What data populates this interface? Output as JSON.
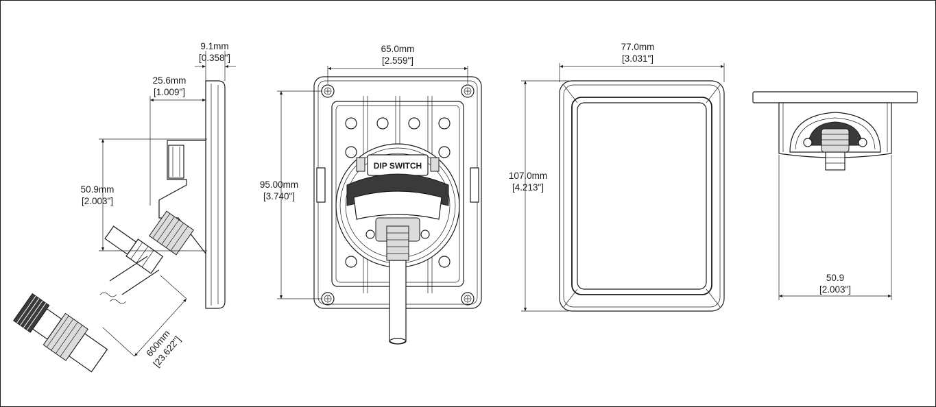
{
  "side_view": {
    "depth_dim": {
      "mm": "9.1mm",
      "in": "[0.358\"]"
    },
    "body_dim": {
      "mm": "25.6mm",
      "in": "[1.009\"]"
    },
    "height_dim": {
      "mm": "50.9mm",
      "in": "[2.003\"]"
    },
    "cable_dim": {
      "mm": "600mm",
      "in": "[23.622\"]"
    }
  },
  "rear_view": {
    "width_dim": {
      "mm": "65.0mm",
      "in": "[2.559\"]"
    },
    "height_dim": {
      "mm": "95.00mm",
      "in": "[3.740\"]"
    },
    "switch_label": "DIP SWITCH"
  },
  "front_view": {
    "width_dim": {
      "mm": "77.0mm",
      "in": "[3.031\"]"
    },
    "height_dim": {
      "mm": "107.0mm",
      "in": "[4.213\"]"
    }
  },
  "top_view": {
    "width_dim": {
      "mm": "50.9",
      "in": "[2.003\"]"
    }
  }
}
